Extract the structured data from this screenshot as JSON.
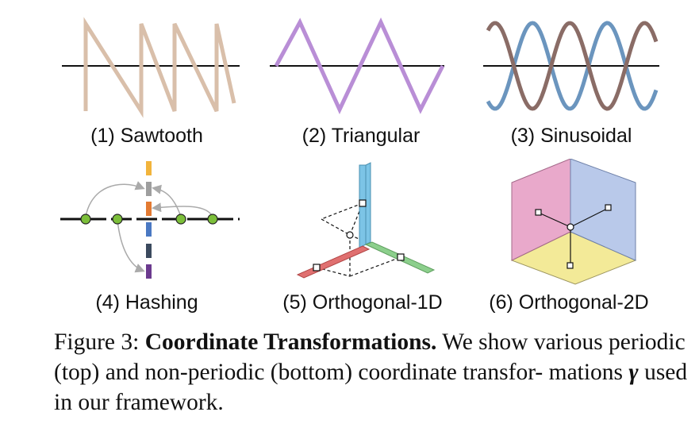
{
  "panels": [
    {
      "label": "(1) Sawtooth",
      "color": "#d9bfaa"
    },
    {
      "label": "(2) Triangular",
      "color": "#b98ed6"
    },
    {
      "label": "(3) Sinusoidal",
      "colors": [
        "#6b95be",
        "#8a6c66"
      ]
    },
    {
      "label": "(4) Hashing",
      "node_color": "#7cbf3a",
      "cell_colors": [
        "#f2b43c",
        "#9e9e9e",
        "#e37a32",
        "#4a78c2",
        "#3b4a5e",
        "#6b3a8e"
      ]
    },
    {
      "label": "(5) Orthogonal-1D",
      "colors": {
        "x": "#e07070",
        "y": "#8ccf8c",
        "z": "#7cc4e6"
      }
    },
    {
      "label": "(6) Orthogonal-2D",
      "colors": {
        "left": "#e9a9cb",
        "right": "#b9c9ea",
        "floor": "#f3ea98"
      }
    }
  ],
  "caption": {
    "prefix": "Figure 3: ",
    "title": "Coordinate Transformations.",
    "text1": " We show various periodic (top) and non-periodic (bottom) coordinate transfor- mations ",
    "symbol": "γ",
    "text2": " used in our framework."
  }
}
